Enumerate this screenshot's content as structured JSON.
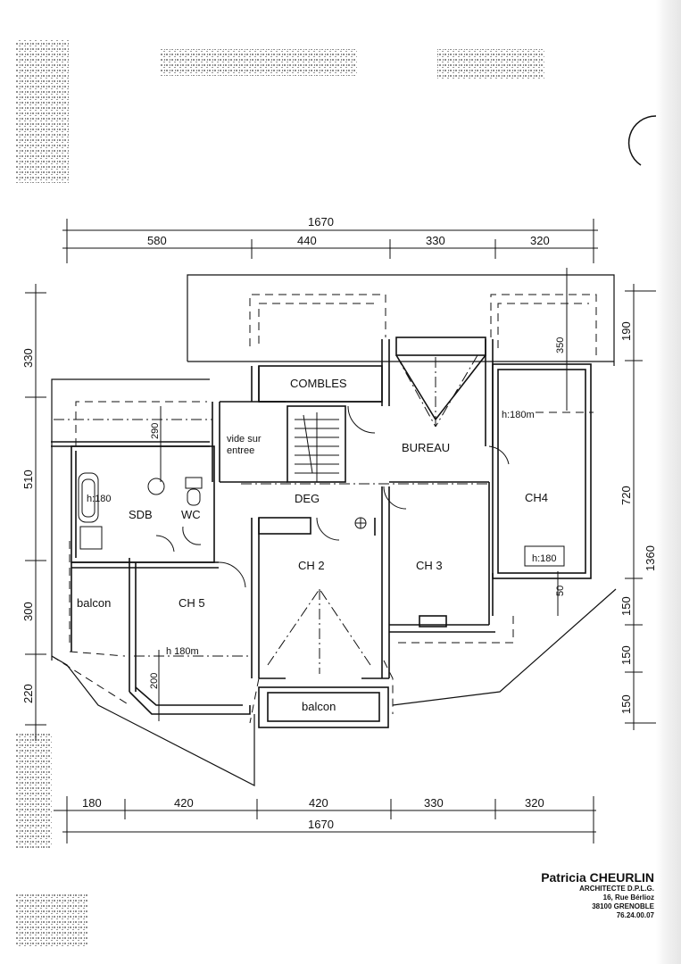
{
  "plan": {
    "top_dims": {
      "total": "1670",
      "segments": [
        "580",
        "440",
        "330",
        "320"
      ]
    },
    "bottom_dims": {
      "total": "1670",
      "segments": [
        "180",
        "420",
        "420",
        "330",
        "320"
      ]
    },
    "left_dims": [
      "330",
      "510",
      "300",
      "220"
    ],
    "right_dims": [
      "190",
      "720",
      "1360",
      "150",
      "150",
      "150"
    ],
    "inner_dims": {
      "d290": "290",
      "d350": "350",
      "d200": "200",
      "d50": "50"
    },
    "rooms": {
      "combles": "COMBLES",
      "bureau": "BUREAU",
      "vide_sur_entree_1": "vide sur",
      "vide_sur_entree_2": "entree",
      "deg": "DEG",
      "sdb": "SDB",
      "wc": "WC",
      "ch4": "CH4",
      "ch2": "CH 2",
      "ch3": "CH 3",
      "ch5": "CH 5",
      "balcon_left": "balcon",
      "balcon_bottom": "balcon"
    },
    "heights": {
      "h180_bureau": "h:180m",
      "h180_sdb": "h:180",
      "h180_ch4": "h:180",
      "h180_ch5": "h 180m"
    }
  },
  "stamp": {
    "name": "Patricia CHEURLIN",
    "title": "ARCHITECTE D.P.L.G.",
    "address": "16, Rue Bérlioz",
    "city": "38100 GRENOBLE",
    "phone": "76.24.00.07"
  }
}
